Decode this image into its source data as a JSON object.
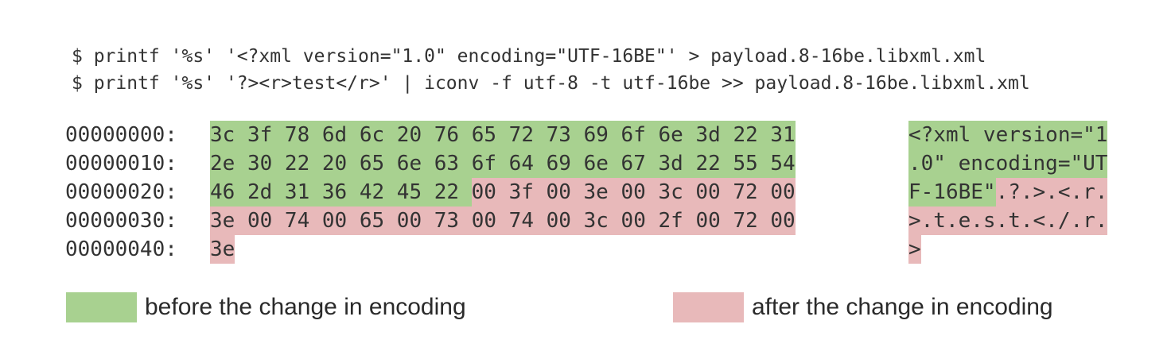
{
  "commands": [
    "$ printf '%s' '<?xml version=\"1.0\" encoding=\"UTF-16BE\"' > payload.8-16be.libxml.xml",
    "$ printf '%s' '?><r>test</r>' | iconv -f utf-8 -t utf-16be >> payload.8-16be.libxml.xml"
  ],
  "hexdump": {
    "rows": [
      {
        "offset": "00000000:",
        "bytes": [
          {
            "text": "3c 3f 78 6d 6c 20 76 65 72 73 69 6f 6e 3d 22 31",
            "kind": "before"
          }
        ],
        "ascii": [
          {
            "text": "<?xml version=\"1",
            "kind": "before"
          }
        ]
      },
      {
        "offset": "00000010:",
        "bytes": [
          {
            "text": "2e 30 22 20 65 6e 63 6f 64 69 6e 67 3d 22 55 54",
            "kind": "before"
          }
        ],
        "ascii": [
          {
            "text": ".0\" encoding=\"UT",
            "kind": "before"
          }
        ]
      },
      {
        "offset": "00000020:",
        "bytes": [
          {
            "text": "46 2d 31 36 42 45 22 ",
            "kind": "before"
          },
          {
            "text": "00 3f 00 3e 00 3c 00 72 00",
            "kind": "after"
          }
        ],
        "ascii": [
          {
            "text": "F-16BE\"",
            "kind": "before"
          },
          {
            "text": ".?.>.<.r.",
            "kind": "after"
          }
        ]
      },
      {
        "offset": "00000030:",
        "bytes": [
          {
            "text": "3e 00 74 00 65 00 73 00 74 00 3c 00 2f 00 72 00",
            "kind": "after"
          }
        ],
        "ascii": [
          {
            "text": ">.t.e.s.t.<./.r.",
            "kind": "after"
          }
        ]
      },
      {
        "offset": "00000040:",
        "bytes": [
          {
            "text": "3e",
            "kind": "after"
          }
        ],
        "ascii": [
          {
            "text": ">",
            "kind": "after"
          }
        ]
      }
    ]
  },
  "legend": {
    "before_label": "before the change in encoding",
    "after_label": "after the change in encoding"
  },
  "colors": {
    "before": "#a8d190",
    "after": "#e8b9ba",
    "text": "#333333"
  }
}
